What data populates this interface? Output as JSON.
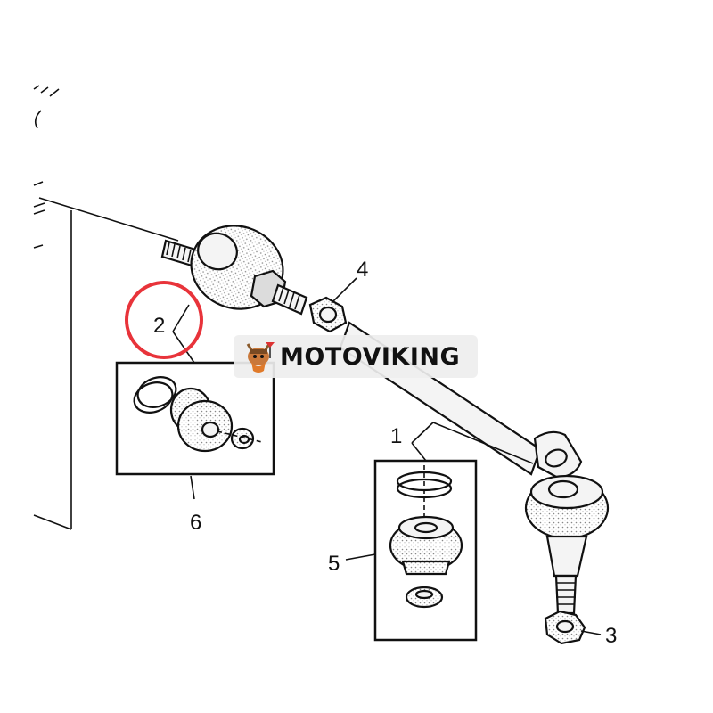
{
  "callouts": {
    "c1": "1",
    "c2": "2",
    "c3": "3",
    "c4": "4",
    "c5": "5",
    "c6": "6"
  },
  "highlight": {
    "target": "2",
    "color": "#e8333a"
  },
  "watermark": {
    "text": "MOTOVIKING",
    "logo": "viking-mascot-icon"
  }
}
